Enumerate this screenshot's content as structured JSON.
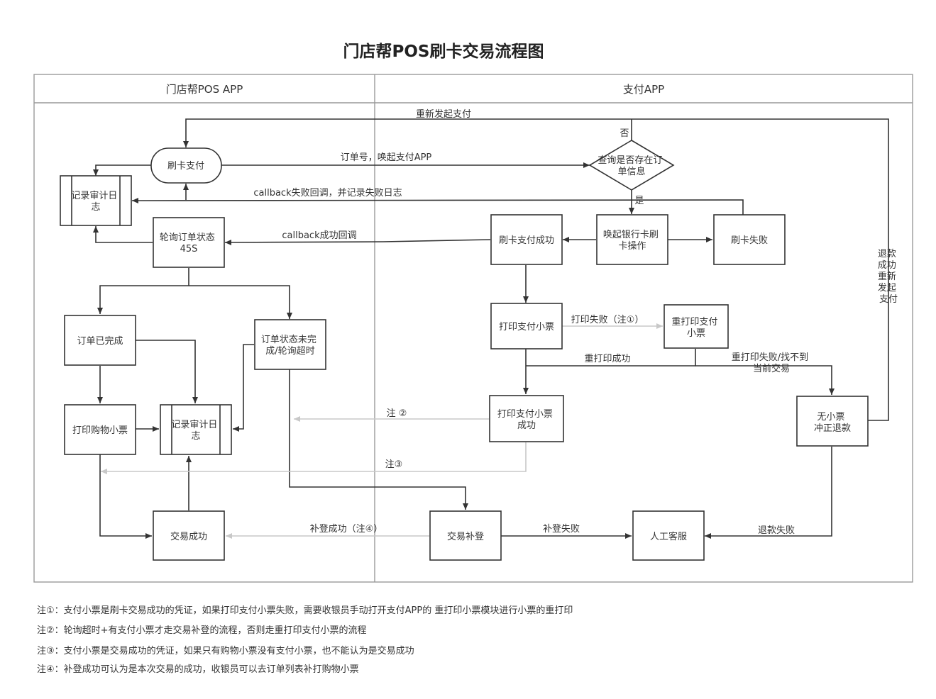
{
  "title": "门店帮POS刷卡交易流程图",
  "lanes": {
    "left": "门店帮POS APP",
    "right": "支付APP"
  },
  "nodes": {
    "swipe_pay": "刷卡支付",
    "audit_log_top": [
      "记录审计日",
      "志"
    ],
    "poll_status": [
      "轮询订单状态",
      "45S"
    ],
    "order_done": "订单已完成",
    "order_unfinished": [
      "订单状态未完",
      "成/轮询超时"
    ],
    "print_shopping": "打印购物小票",
    "audit_log_mid": [
      "记录审计日",
      "志"
    ],
    "trade_success": "交易成功",
    "query_order": [
      "查询是否存在订",
      "单信息"
    ],
    "swipe_success": "刷卡支付成功",
    "invoke_bank": [
      "唤起银行卡刷",
      "卡操作"
    ],
    "swipe_fail": "刷卡失败",
    "print_receipt": "打印支付小票",
    "reprint_receipt": [
      "重打印支付",
      "小票"
    ],
    "print_receipt_ok": [
      "打印支付小票",
      "成功"
    ],
    "no_receipt": [
      "无小票",
      "冲正退款"
    ],
    "supplement": "交易补登",
    "manual_service": "人工客服"
  },
  "edges": {
    "re_initiate": "重新发起支付",
    "no": "否",
    "order_invoke": "订单号，唤起支付APP",
    "callback_fail": "callback失败回调，并记录失败日志",
    "yes": "是",
    "callback_success": "callback成功回调",
    "refund_retry": [
      "退款",
      "成功",
      "重新",
      "发起",
      "支付"
    ],
    "print_fail": "打印失败（注①）",
    "reprint_ok": "重打印成功",
    "reprint_fail": [
      "重打印失败/找不到",
      "当前交易"
    ],
    "note2": "注 ②",
    "note3": "注③",
    "supplement_ok": "补登成功（注④）",
    "supplement_fail": "补登失败",
    "refund_fail": "退款失败"
  },
  "notes": [
    "注①：支付小票是刷卡交易成功的凭证，如果打印支付小票失败，需要收银员手动打开支付APP的 重打印小票模块进行小票的重打印",
    "注②：轮询超时+有支付小票才走交易补登的流程，否则走重打印支付小票的流程",
    "注③：支付小票是交易成功的凭证，如果只有购物小票没有支付小票，也不能认为是交易成功",
    "注④：补登成功可认为是本次交易的成功，收银员可以去订单列表补打购物小票"
  ]
}
